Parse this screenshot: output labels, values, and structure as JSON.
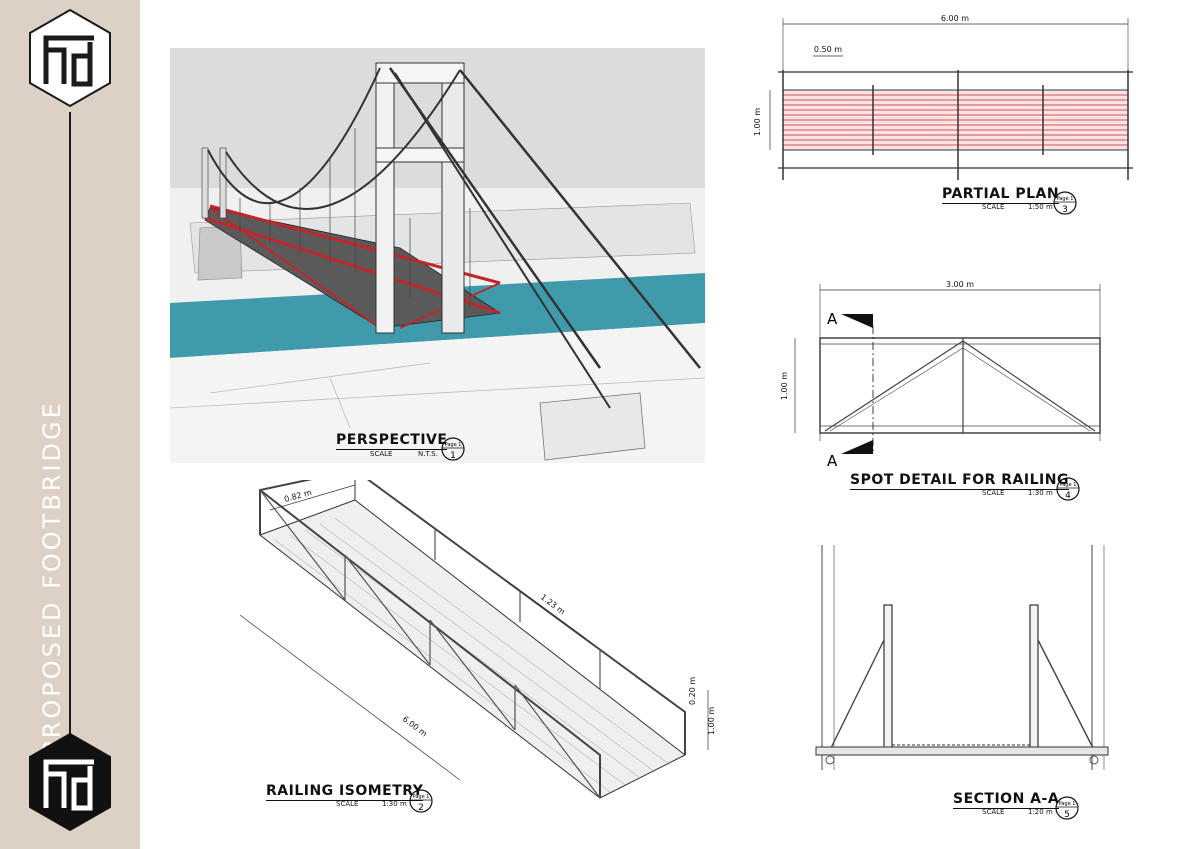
{
  "sidebar": {
    "title": "PROPOSED FOOTBRIDGE",
    "logo_icon": "fd-monogram-icon"
  },
  "views": {
    "perspective": {
      "title": "PERSPECTIVE",
      "scale_label": "SCALE",
      "scale": "N.T.S.",
      "page_tag": "Page 1",
      "number": "1"
    },
    "isometry": {
      "title": "RAILING ISOMETRY",
      "scale_label": "SCALE",
      "scale": "1:30 m",
      "page_tag": "Page 1",
      "number": "2",
      "dims": {
        "width": "0.82 m",
        "panel": "1.23 m",
        "length": "6.00 m",
        "toprail": "0.20 m",
        "height": "1.00 m"
      }
    },
    "plan": {
      "title": "PARTIAL PLAN",
      "scale_label": "SCALE",
      "scale": "1:50 m",
      "page_tag": "Page 1",
      "number": "3",
      "dims": {
        "length": "6.00 m",
        "spacing": "0.50 m",
        "width": "1.00 m"
      }
    },
    "spot": {
      "title": "SPOT DETAIL FOR RAILING",
      "scale_label": "SCALE",
      "scale": "1:30 m",
      "page_tag": "Page 1",
      "number": "4",
      "dims": {
        "length": "3.00 m",
        "height": "1.00 m",
        "section": "A"
      }
    },
    "section": {
      "title": "SECTION A-A",
      "scale_label": "SCALE",
      "scale": "1:20 m",
      "page_tag": "Page 1",
      "number": "5"
    }
  },
  "colors": {
    "sidebar": "#ddd0c4",
    "water": "#3f9bab",
    "accent_red": "#c0262a",
    "ink": "#111111"
  }
}
